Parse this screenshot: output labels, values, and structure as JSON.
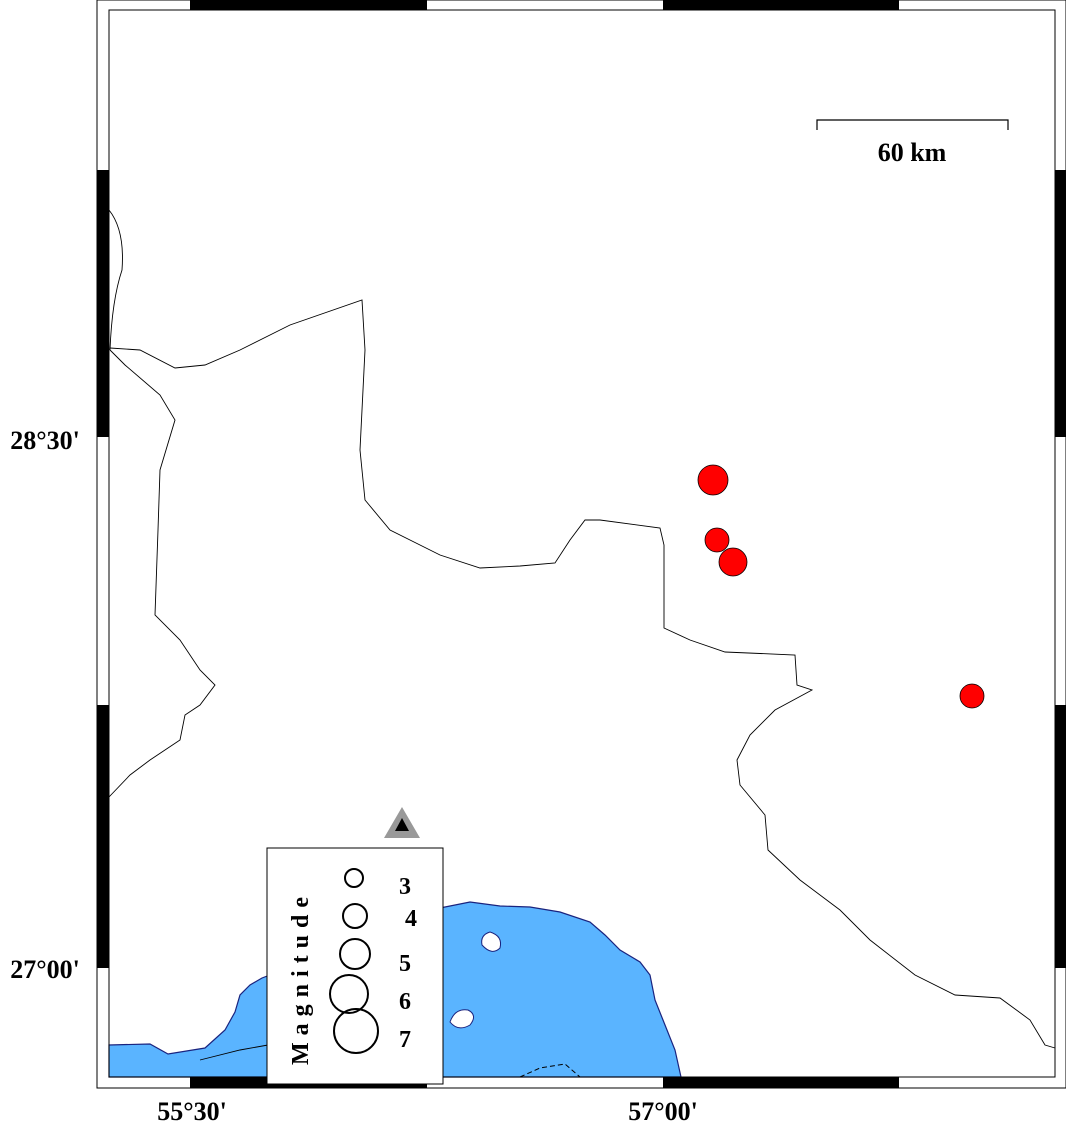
{
  "map": {
    "scale_bar": {
      "label": "60 km"
    },
    "lat_labels": [
      "28°30'",
      "27°00'"
    ],
    "lon_labels": [
      "55°30'",
      "57°00'"
    ],
    "legend": {
      "title": "Magnitude",
      "entries": [
        "3",
        "4",
        "5",
        "6",
        "7"
      ]
    },
    "colors": {
      "sea": "#5ab4ff",
      "coast": "#1a237e",
      "event": "#ff0000",
      "station": "#999999"
    },
    "events": [
      {
        "name": "event-1"
      },
      {
        "name": "event-2"
      },
      {
        "name": "event-3"
      },
      {
        "name": "event-4"
      }
    ]
  }
}
